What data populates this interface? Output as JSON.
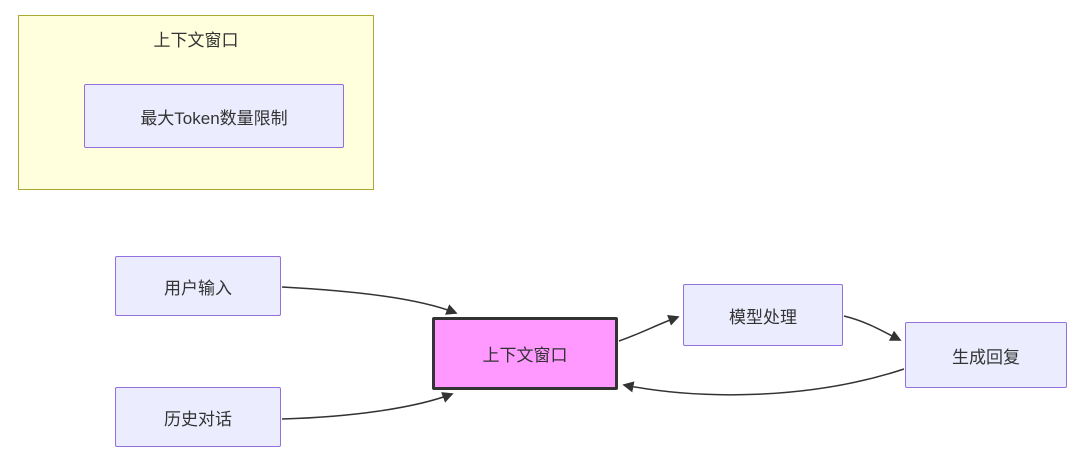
{
  "colors": {
    "lavender_fill": "#ECECFF",
    "lavender_border": "#9370DB",
    "subgraph_fill": "#FFFFDE",
    "subgraph_border": "#AAAA33",
    "highlight_fill": "#FF99FF",
    "highlight_border": "#333333",
    "edge_color": "#333333",
    "text_color": "#333333"
  },
  "subgraph": {
    "title": "上下文窗口",
    "node_max_token": "最大Token数量限制"
  },
  "flow": {
    "user_input": "用户输入",
    "history_dialogue": "历史对话",
    "context_window": "上下文窗口",
    "model_processing": "模型处理",
    "generate_reply": "生成回复"
  },
  "edges": [
    {
      "from": "user_input",
      "to": "context_window"
    },
    {
      "from": "history_dialogue",
      "to": "context_window"
    },
    {
      "from": "context_window",
      "to": "model_processing"
    },
    {
      "from": "model_processing",
      "to": "generate_reply"
    },
    {
      "from": "generate_reply",
      "to": "context_window"
    }
  ]
}
